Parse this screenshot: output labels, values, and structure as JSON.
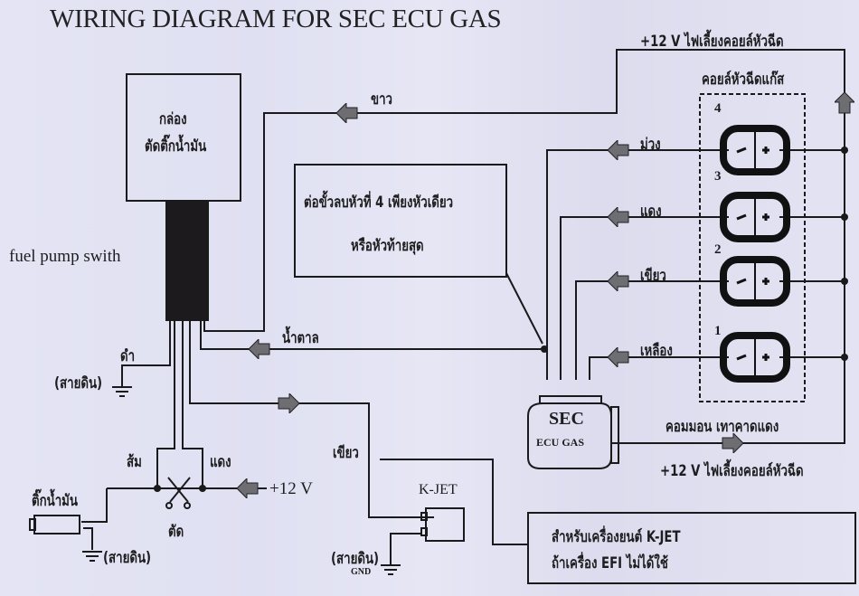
{
  "title": "WIRING DIAGRAM FOR  SEC ECU GAS",
  "components": {
    "cutoff_box": {
      "line1": "กล่อง",
      "line2": "ตัดติ๊กน้ำมัน"
    },
    "fuel_pump_switch_label": "fuel pump  swith",
    "note_box": {
      "line1": "ต่อขั้วลบหัวที่ 4 เพียงหัวเดียว",
      "line2": "หรือหัวท้ายสุด"
    },
    "ecu": {
      "line1": "SEC",
      "line2": "ECU GAS"
    },
    "kjet": {
      "label": "K-JET"
    },
    "kjet_note": {
      "line1": "สำหรับเครื่องยนต์ K-JET",
      "line2": "ถ้าเครื่อง EFI ไม่ได้ใช้"
    },
    "injector_group": {
      "label": "คอยล์หัวฉีดแก๊ส",
      "numbers": [
        "4",
        "3",
        "2",
        "1"
      ]
    },
    "fuel_tick_label": "ติ๊กน้ำมัน",
    "cut_label": "ตัด"
  },
  "wires": {
    "white": "ขาว",
    "brown": "น้ำตาล",
    "black": "ดำ",
    "ground": "(สายดิน)",
    "ground2": "(สายดิน)",
    "ground3": "(สายดิน)",
    "gnd": "GND",
    "orange": "ส้ม",
    "red": "แดง",
    "plus12": "+12 V",
    "green_kjet": "เขียว",
    "purple": "ม่วง",
    "red_inj": "แดง",
    "green_inj": "เขียว",
    "yellow": "เหลือง",
    "top_power": "+12 V ไฟเลี้ยงคอยล์หัวฉีด",
    "common": "คอมมอน เทาคาดแดง",
    "bottom_power": "+12 V ไฟเลี้ยงคอยล์หัวฉีด"
  },
  "colors": {
    "ink": "#1a1a1a",
    "arrow": "#6e6e72",
    "paper": "#e2e2f2"
  }
}
